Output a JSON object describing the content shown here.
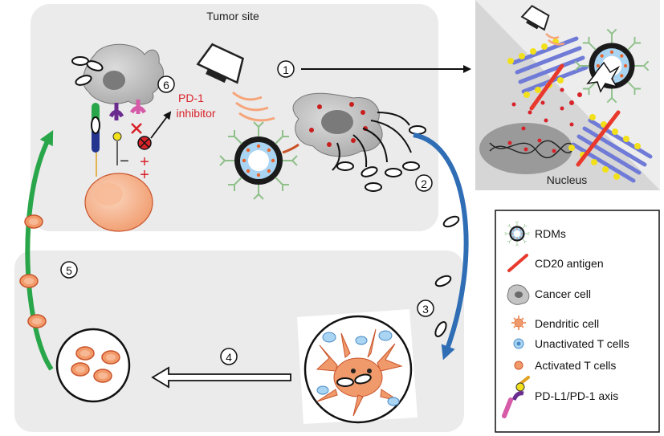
{
  "labels": {
    "tumor_site": "Tumor site",
    "pd1_line1": "PD-1",
    "pd1_line2": "inhibitor",
    "nucleus": "Nucleus",
    "minus": "−",
    "plus1": "+",
    "plus2": "+"
  },
  "steps": [
    "1",
    "2",
    "3",
    "4",
    "5",
    "6"
  ],
  "legend": {
    "items": [
      {
        "label": "RDMs",
        "icon": "rdm-icon"
      },
      {
        "label": "CD20 antigen",
        "icon": "cd20-icon"
      },
      {
        "label": "Cancer cell",
        "icon": "cancer-cell-icon"
      },
      {
        "label": "Dendritic cell",
        "icon": "dendritic-cell-icon"
      },
      {
        "label": "Unactivated T cells",
        "icon": "unactivated-t-cell-icon"
      },
      {
        "label": "Activated T cells",
        "icon": "activated-t-cell-icon"
      },
      {
        "label": "PD-L1/PD-1 axis",
        "icon": "pdl1-pd1-icon"
      }
    ]
  },
  "colors": {
    "panel_bg": "#ebebeb",
    "arrow_green": "#2aa64a",
    "arrow_blue": "#2f6db5",
    "t_cell_orange": "#f29a6a",
    "rdm_blue": "#a9d4f2",
    "cd20_red": "#e8392c",
    "accent_red": "#d8232a"
  }
}
